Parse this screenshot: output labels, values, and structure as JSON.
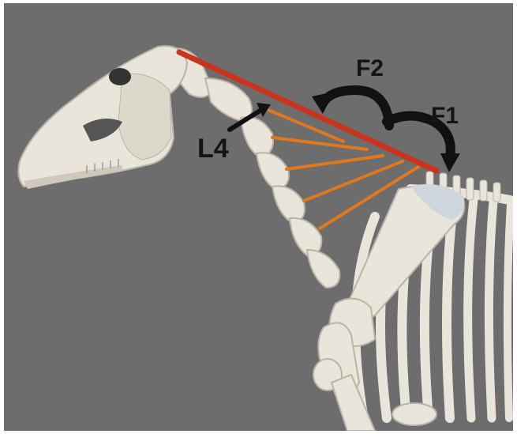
{
  "labels": {
    "f2": "F2",
    "f1": "F1",
    "l4": "L4"
  },
  "colors": {
    "background": "#6d6d6d",
    "bone": "#e9e5da",
    "bone_shadow": "#b9b4a6",
    "nuchal_ligament": "#c8351e",
    "lamellae": "#e0781e",
    "arrows": "#111111",
    "scapula_cartilage": "#cfd6dd"
  },
  "icons": {
    "f2_arrow": "curved-arrow-icon",
    "f1_arrow": "curved-arrow-icon",
    "l4_pointer": "straight-arrow-icon"
  }
}
